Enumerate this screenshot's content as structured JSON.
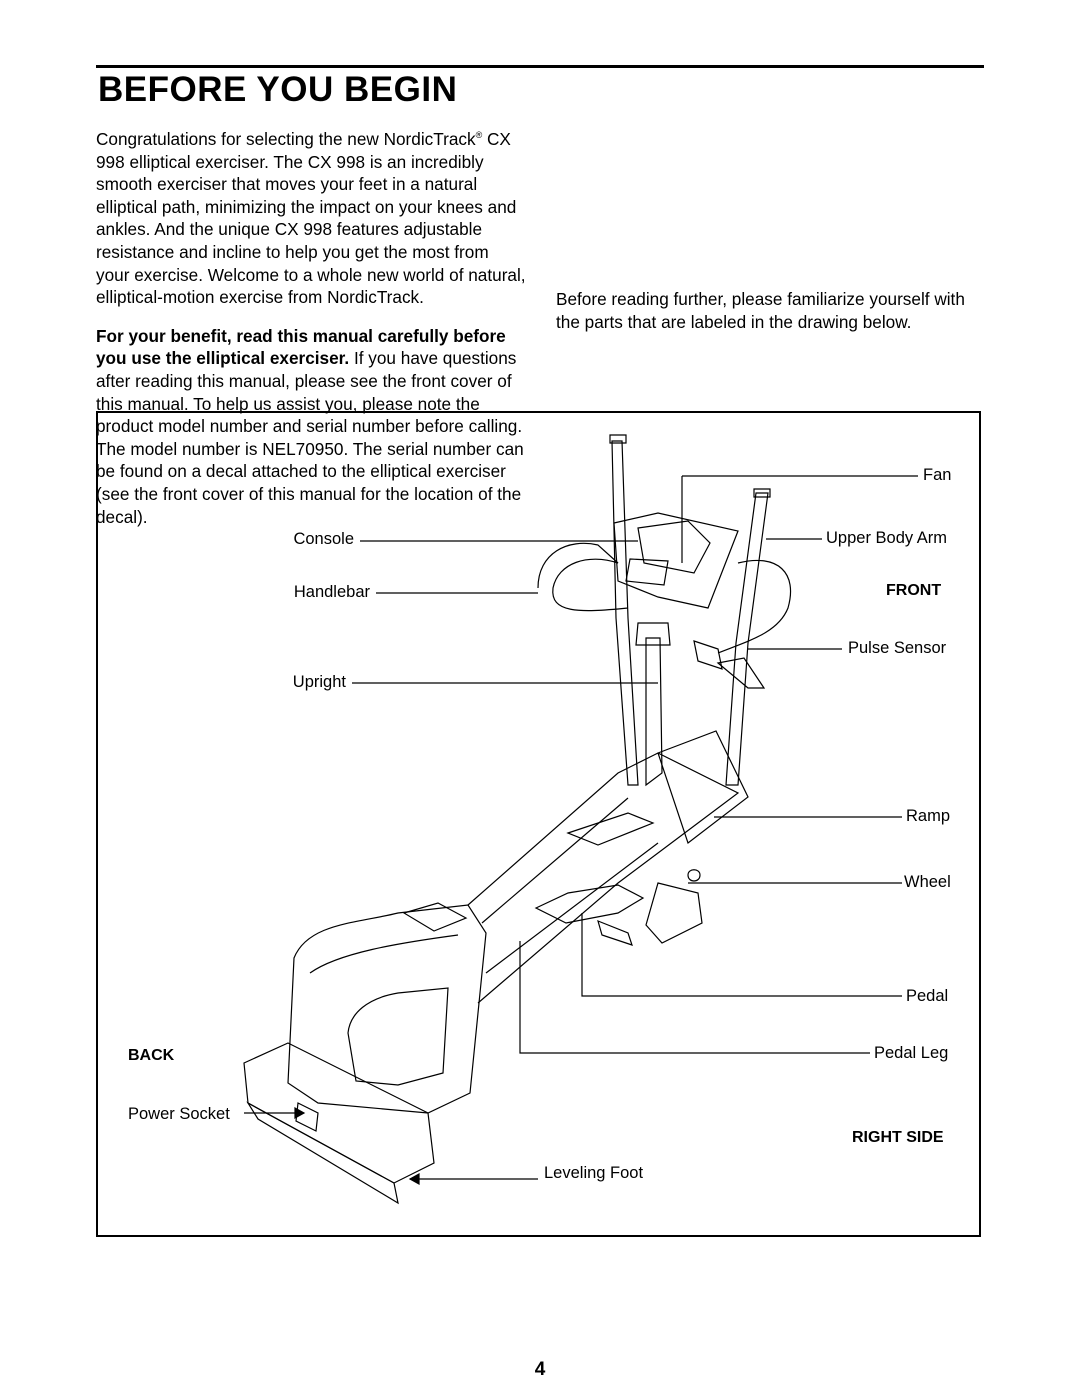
{
  "header": {
    "title": "BEFORE YOU BEGIN"
  },
  "intro": {
    "p1_before_mark": "Congratulations for selecting the new NordicTrack",
    "p1_mark": "®",
    "p1_after_mark": " CX 998 elliptical exerciser. The CX 998 is an incredibly smooth exerciser that moves your feet in a natural elliptical path, minimizing the impact on your knees and ankles. And the unique CX 998 features adjustable resistance and incline to help you get the most from your exercise. Welcome to a whole new world of natural, elliptical-motion exercise from NordicTrack.",
    "p2_bold": "For your benefit, read this manual carefully before you use the elliptical exerciser.",
    "p2_rest": " If you have questions after reading this manual, please see the front cover of this manual. To help us assist you, please note the product model number and serial number before calling. The model number is NEL70950. The serial number can be found on a decal attached to the elliptical exerciser (see the front cover of this manual for the location of the decal).",
    "p3": "Before reading further, please familiarize yourself with the parts that are labeled in the drawing below."
  },
  "diagram": {
    "labels": {
      "fan": "Fan",
      "console": "Console",
      "upper_body_arm": "Upper Body Arm",
      "handlebar": "Handlebar",
      "front": "FRONT",
      "pulse_sensor": "Pulse Sensor",
      "upright": "Upright",
      "ramp": "Ramp",
      "wheel": "Wheel",
      "pedal": "Pedal",
      "back": "BACK",
      "pedal_leg": "Pedal Leg",
      "power_socket": "Power Socket",
      "right_side": "RIGHT SIDE",
      "leveling_foot": "Leveling Foot"
    }
  },
  "footer": {
    "page_number": "4"
  }
}
